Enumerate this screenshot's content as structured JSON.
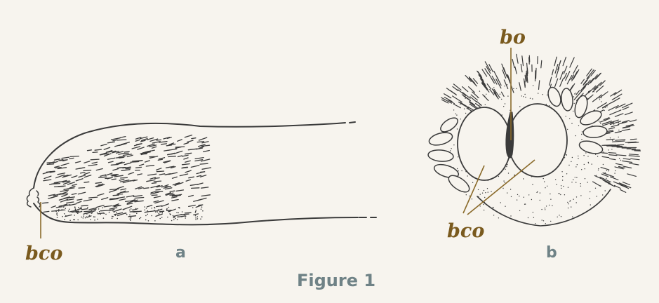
{
  "colors": {
    "background": "#f7f4ee",
    "ink": "#3b3b3b",
    "leader": "#8a6a2a",
    "label": "#7a5a1e",
    "panel_label": "#6f8286",
    "caption": "#6f8286"
  },
  "labels": {
    "a_bco": "bco",
    "b_bo": "bo",
    "b_bco": "bco"
  },
  "panels": {
    "a": "a",
    "b": "b"
  },
  "caption": "Figure 1"
}
